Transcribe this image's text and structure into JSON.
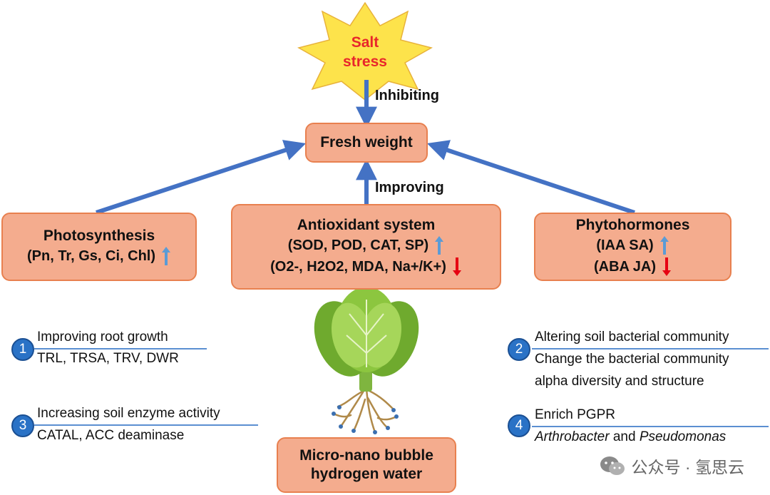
{
  "stress": {
    "line1": "Salt",
    "line2": "stress"
  },
  "labels": {
    "inhibiting": "Inhibiting",
    "improving": "Improving"
  },
  "fresh_weight": "Fresh weight",
  "photosynthesis": {
    "title": "Photosynthesis",
    "items": "(Pn, Tr, Gs, Ci, Chl)"
  },
  "antioxidant": {
    "title": "Antioxidant system",
    "line1": "(SOD, POD, CAT, SP)",
    "line2": "(O2-, H2O2, MDA, Na+/K+)"
  },
  "phytohormones": {
    "title": "Phytohormones",
    "line1": "(IAA SA)",
    "line2": "(ABA JA)"
  },
  "water": {
    "line1": "Micro-nano bubble",
    "line2": "hydrogen water"
  },
  "notes": [
    {
      "num": "1",
      "title": "Improving root growth",
      "detail": "TRL, TRSA, TRV, DWR"
    },
    {
      "num": "2",
      "title": "Altering soil bacterial community",
      "detail1": "Change the bacterial community",
      "detail2": "alpha diversity and structure"
    },
    {
      "num": "3",
      "title": "Increasing soil enzyme activity",
      "detail": "CATAL, ACC deaminase"
    },
    {
      "num": "4",
      "title": "Enrich PGPR",
      "genus1": "Arthrobacter",
      "connector": "and",
      "genus2": "Pseudomonas"
    }
  ],
  "watermark": "公众号 · 氢思云",
  "colors": {
    "box_fill": "#f4ac8e",
    "box_border": "#e8804f",
    "arrow_blue": "#4472c4",
    "up_arrow": "#5b9bd5",
    "down_arrow": "#e60012",
    "stress_text": "#e8262b",
    "star": "#fde34b"
  }
}
